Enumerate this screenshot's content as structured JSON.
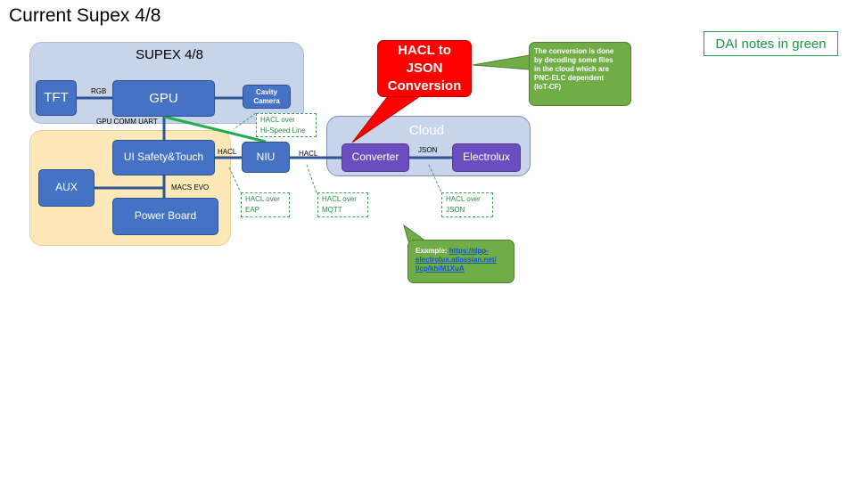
{
  "page": {
    "title": "Current Supex 4/8"
  },
  "legend": {
    "text": "DAI notes in green"
  },
  "supex": {
    "title": "SUPEX 4/8"
  },
  "cloud": {
    "title": "Cloud"
  },
  "blocks": {
    "tft": "TFT",
    "gpu": "GPU",
    "cavity_camera": "Cavity Camera",
    "ui_safety_touch": "UI Safety&Touch",
    "aux": "AUX",
    "power_board": "Power Board",
    "niu": "NIU",
    "converter": "Converter",
    "electrolux": "Electrolux"
  },
  "edge_labels": {
    "rgb": "RGB",
    "gpu_comm_uart": "GPU COMM UART",
    "hacl_ui_niu": "HACL",
    "macs_evo": "MACS EVO",
    "hacl_niu_cloud": "HACL",
    "json": "JSON"
  },
  "notes": {
    "hacl_hispeed_line1": "HACL over",
    "hacl_hispeed_line2": "Hi-Speed Line",
    "hacl_eap_line1": "HACL over",
    "hacl_eap_line2": "EAP",
    "hacl_mqtt_line1": "HACL over",
    "hacl_mqtt_line2": "MQTT",
    "hacl_json_line1": "HACL over",
    "hacl_json_line2": "JSON"
  },
  "callouts": {
    "hacl_to_json_line1": "HACL to",
    "hacl_to_json_line2": "JSON",
    "hacl_to_json_line3": "Conversion",
    "conversion_note_line1": "The conversion is done",
    "conversion_note_line2": "by decoding some files",
    "conversion_note_line3": "in the cloud which are",
    "conversion_note_line4": "PNC-ELC dependent",
    "conversion_note_line5": "(IoT-CF)",
    "example_label": "Example: ",
    "example_link_line1": "https://dpp-",
    "example_link_line2": "electrolux.atlassian.net/",
    "example_link_line3": "l/cp/khiM1XuA"
  },
  "colors": {
    "blue_box": "#4472c4",
    "purple_box": "#6a4ec0",
    "green_note": "#70ad47",
    "red_callout": "#ff0000",
    "connector": "#2f5597",
    "green_line": "#1fae4b"
  }
}
